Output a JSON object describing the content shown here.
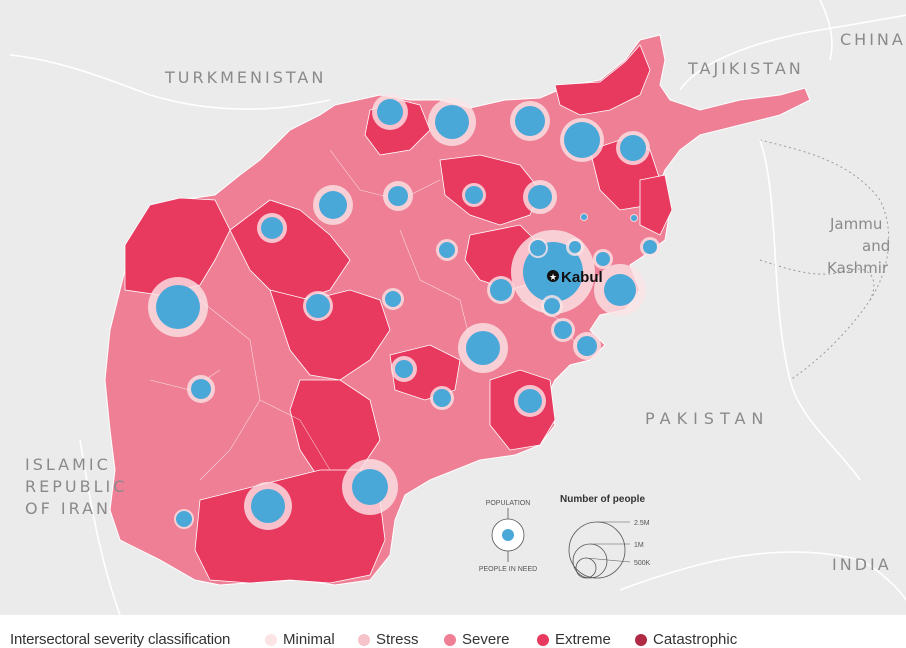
{
  "labels": {
    "turkmenistan": "TURKMENISTAN",
    "tajikistan": "TAJIKISTAN",
    "china": "CHINA",
    "jammu1": "Jammu",
    "jammu2": "and",
    "jammu3": "Kashmir",
    "pakistan": "PAKISTAN",
    "iran1": "ISLAMIC",
    "iran2": "REPUBLIC",
    "iran3": "OF IRAN",
    "india": "INDIA",
    "capital": "Kabul"
  },
  "size_legend": {
    "population": "POPULATION",
    "people_in_need": "PEOPLE IN NEED",
    "title": "Number of people",
    "ticks": [
      "2.5M",
      "1M",
      "500K"
    ]
  },
  "severity_legend": {
    "title": "Intersectoral severity classification",
    "items": [
      {
        "label": "Minimal",
        "color": "#fbe3e6"
      },
      {
        "label": "Stress",
        "color": "#f6c3ca"
      },
      {
        "label": "Severe",
        "color": "#ee7f95"
      },
      {
        "label": "Extreme",
        "color": "#e8395f"
      },
      {
        "label": "Catastrophic",
        "color": "#b02a46"
      }
    ]
  },
  "colors": {
    "sea_land": "#ebebeb",
    "country_bg": "#f0f0f0",
    "severe": "#ee7f95",
    "extreme": "#e8395f",
    "bubble_need": "#4aa8d9",
    "bubble_pop": "#fbe3e6"
  }
}
